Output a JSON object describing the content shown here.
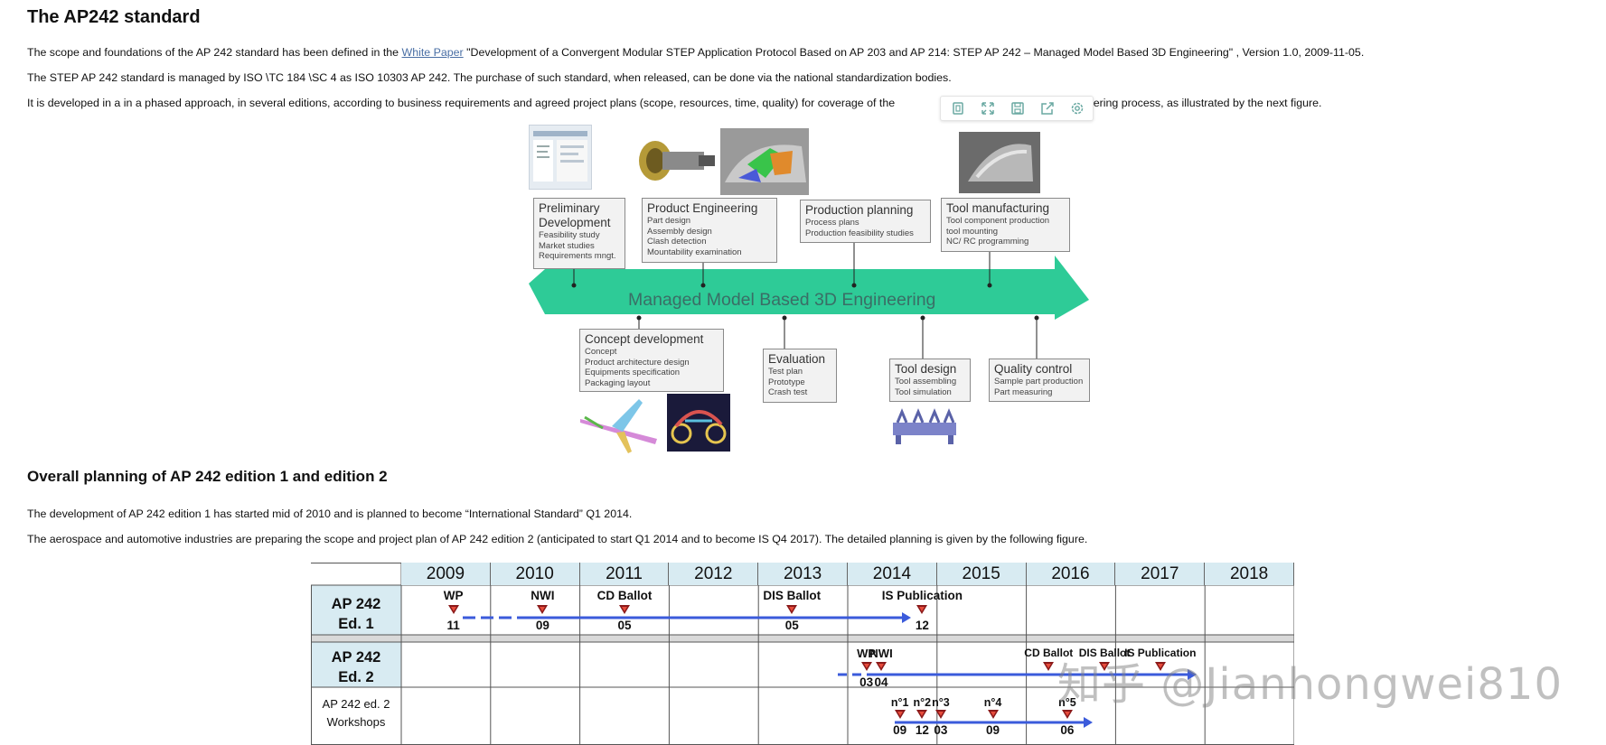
{
  "heading1": "The AP242 standard",
  "p1_prefix": "The scope and foundations of the AP 242 standard has been defined in the ",
  "p1_link": "White Paper",
  "p1_suffix": " \"Development of a Convergent Modular STEP Application Protocol Based on AP 203 and AP 214:  STEP AP 242 – Managed Model Based 3D Engineering\" , Version 1.0, 2009-11-05.",
  "p2": "The STEP  AP 242 standard  is managed by ISO \\TC 184 \\SC 4 as ISO 10303 AP 242. The purchase of such standard, when released, can be done via the national standardization bodies.",
  "p3_prefix": "It is developed in a in a phased approach, in several editions, according to business requirements and agreed project plans (scope, resources, time, quality) for coverage of the",
  "p3_suffix": "Engineering process, as illustrated by the next figure.",
  "toolbar": {
    "icons": [
      "copy-icon",
      "expand-icon",
      "save-icon",
      "share-icon",
      "settings-icon"
    ]
  },
  "figure1": {
    "arrow_label": "Managed Model Based 3D Engineering",
    "top_boxes": [
      {
        "title": "Preliminary Development",
        "items": [
          "Feasibility study",
          "Market studies",
          "Requirements mngt."
        ]
      },
      {
        "title": "Product Engineering",
        "items": [
          "Part design",
          "Assembly design",
          "Clash detection",
          "Mountability examination"
        ]
      },
      {
        "title": "Production planning",
        "items": [
          "Process plans",
          "Production feasibility studies"
        ]
      },
      {
        "title": "Tool manufacturing",
        "items": [
          "Tool component production",
          "tool mounting",
          "NC/ RC programming"
        ]
      }
    ],
    "bottom_boxes": [
      {
        "title": "Concept  development",
        "items": [
          "Concept",
          "Product architecture design",
          "Equipments specification",
          "Packaging layout"
        ]
      },
      {
        "title": "Evaluation",
        "items": [
          "Test plan",
          "Prototype",
          "Crash test"
        ]
      },
      {
        "title": "Tool design",
        "items": [
          "Tool assembling",
          "Tool simulation"
        ]
      },
      {
        "title": "Quality control",
        "items": [
          "Sample part production",
          "Part measuring"
        ]
      }
    ],
    "accent": "#2ecb97"
  },
  "heading2": "Overall planning of AP 242 edition 1 and edition 2",
  "p4": "The development of AP 242 edition 1 has started mid of 2010 and is planned to become “International Standard” Q1 2014.",
  "p5": "The aerospace and automotive industries are preparing the scope and project plan of AP 242 edition 2 (anticipated to start Q1 2014 and to become IS Q4 2017). The detailed planning is given by the following figure.",
  "plan": {
    "years": [
      "2009",
      "2010",
      "2011",
      "2012",
      "2013",
      "2014",
      "2015",
      "2016",
      "2017",
      "2018"
    ],
    "rows": [
      {
        "label1": "AP 242",
        "label2": "Ed. 1"
      },
      {
        "label1": "AP 242",
        "label2": "Ed. 2"
      },
      {
        "label1": "AP 242 ed. 2",
        "label2": "Workshops"
      }
    ],
    "ed1_milestones": [
      {
        "name": "WP",
        "date": "11"
      },
      {
        "name": "NWI",
        "date": "09"
      },
      {
        "name": "CD Ballot",
        "date": "05"
      },
      {
        "name": "DIS Ballot",
        "date": "05"
      },
      {
        "name": "IS Publication",
        "date": "12"
      }
    ],
    "ed2_milestones": [
      {
        "name": "WP",
        "date": "03"
      },
      {
        "name": "NWI",
        "date": "04"
      },
      {
        "name": "CD Ballot",
        "date": ""
      },
      {
        "name": "DIS Ballot",
        "date": ""
      },
      {
        "name": "IS Publication",
        "date": ""
      }
    ],
    "workshops": [
      {
        "name": "n°1",
        "date": "09"
      },
      {
        "name": "n°2",
        "date": "12"
      },
      {
        "name": "n°3",
        "date": "03"
      },
      {
        "name": "n°4",
        "date": "09"
      },
      {
        "name": "n°5",
        "date": "06"
      }
    ],
    "line_color": "#3b5bdb",
    "header_color": "#d8ebf2"
  },
  "watermark": "知乎 @Jianhongwei810"
}
